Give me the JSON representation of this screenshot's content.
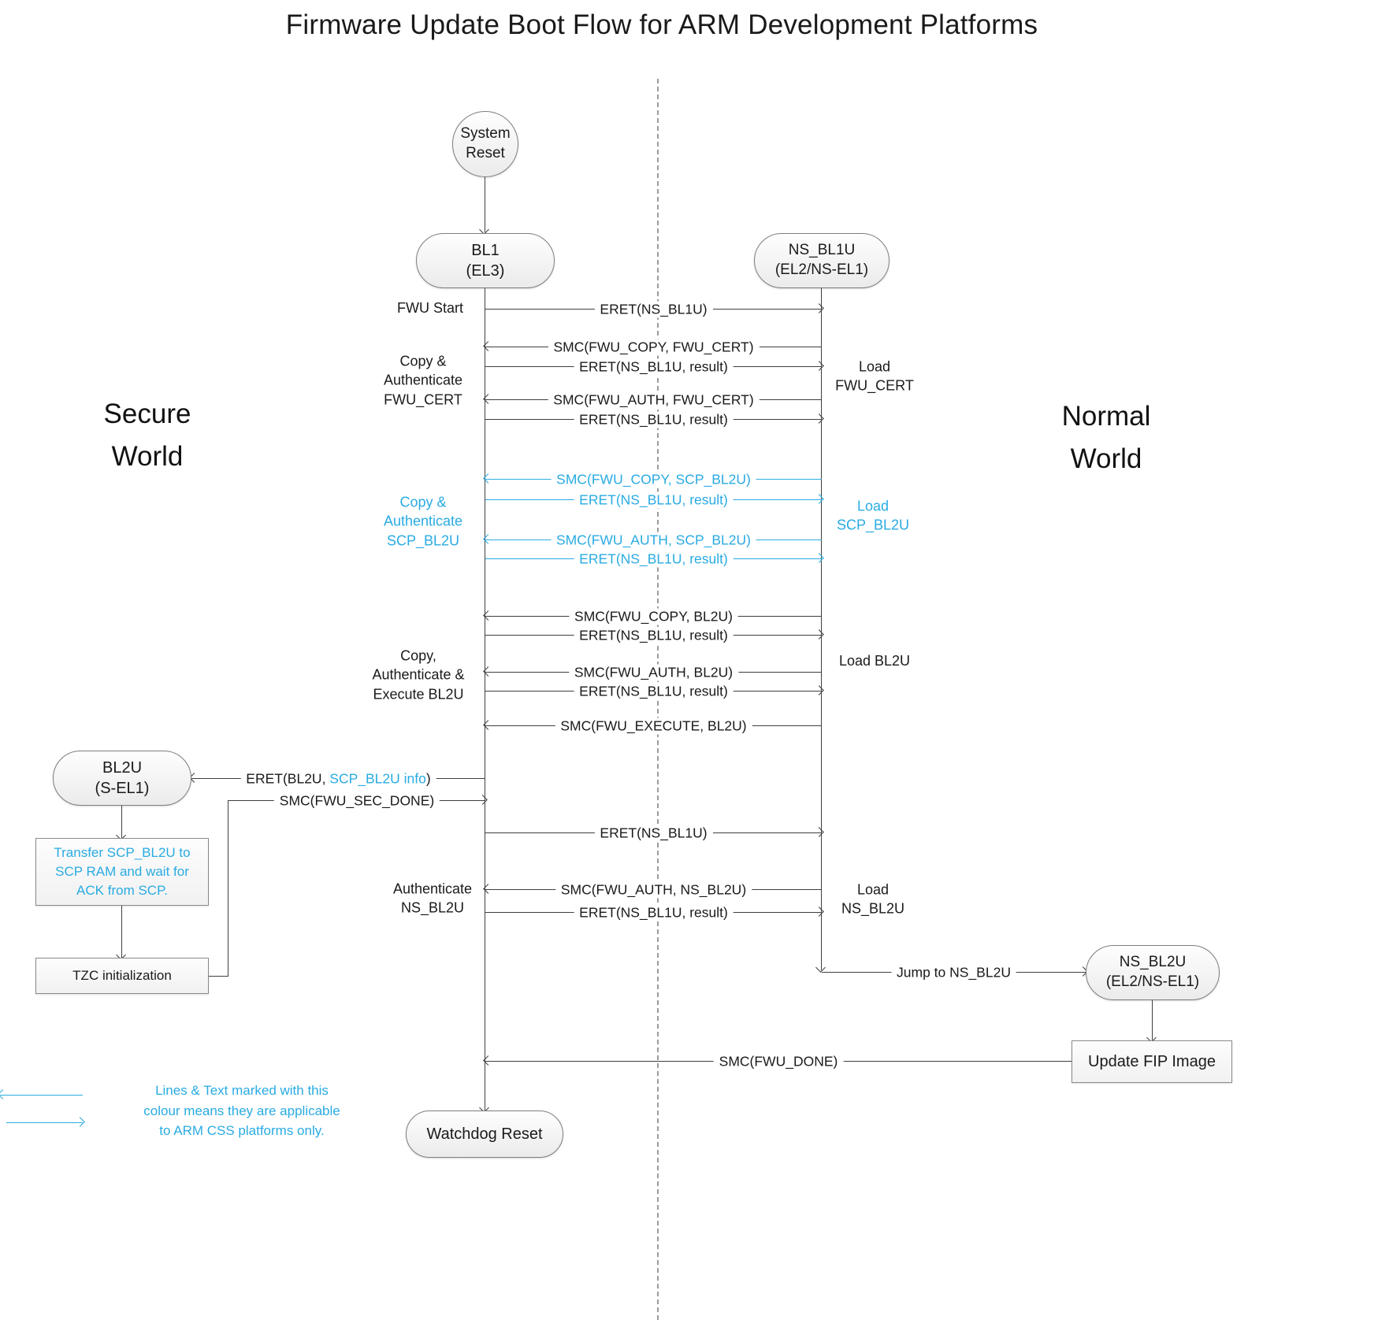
{
  "title": "Firmware Update Boot Flow for ARM Development Platforms",
  "worlds": {
    "secure": "Secure\nWorld",
    "normal": "Normal\nWorld"
  },
  "nodes": {
    "system_reset": "System\nReset",
    "bl1": "BL1\n(EL3)",
    "ns_bl1u": "NS_BL1U\n(EL2/NS-EL1)",
    "bl2u": "BL2U\n(S-EL1)",
    "transfer_scp": "Transfer SCP_BL2U to\nSCP RAM and wait for\nACK from SCP.",
    "tzc": "TZC initialization",
    "ns_bl2u": "NS_BL2U\n(EL2/NS-EL1)",
    "update_fip": "Update FIP Image",
    "watchdog": "Watchdog Reset"
  },
  "messages": [
    {
      "label": "ERET(NS_BL1U)"
    },
    {
      "label": "SMC(FWU_COPY, FWU_CERT)"
    },
    {
      "label": "ERET(NS_BL1U, result)"
    },
    {
      "label": "SMC(FWU_AUTH, FWU_CERT)"
    },
    {
      "label": "ERET(NS_BL1U, result)"
    },
    {
      "label": "SMC(FWU_COPY, SCP_BL2U)"
    },
    {
      "label": "ERET(NS_BL1U, result)"
    },
    {
      "label": "SMC(FWU_AUTH, SCP_BL2U)"
    },
    {
      "label": "ERET(NS_BL1U, result)"
    },
    {
      "label": "SMC(FWU_COPY, BL2U)"
    },
    {
      "label": "ERET(NS_BL1U, result)"
    },
    {
      "label": "SMC(FWU_AUTH, BL2U)"
    },
    {
      "label": "ERET(NS_BL1U, result)"
    },
    {
      "label": "SMC(FWU_EXECUTE, BL2U)"
    },
    {
      "label": "SMC(FWU_SEC_DONE)"
    },
    {
      "label": "ERET(NS_BL1U)"
    },
    {
      "label": "SMC(FWU_AUTH, NS_BL2U)"
    },
    {
      "label": "ERET(NS_BL1U, result)"
    },
    {
      "label": "SMC(FWU_DONE)"
    }
  ],
  "eret_bl2u": {
    "prefix": "ERET(BL2U, ",
    "accent": "SCP_BL2U info",
    "suffix": ")"
  },
  "labels": {
    "fwu_start": "FWU Start",
    "copy_auth_fwu_cert": "Copy &\nAuthenticate\nFWU_CERT",
    "copy_auth_scp_bl2u": "Copy &\nAuthenticate\nSCP_BL2U",
    "copy_auth_exec_bl2u": "Copy,\nAuthenticate &\nExecute BL2U",
    "auth_ns_bl2u": "Authenticate\nNS_BL2U",
    "load_fwu_cert": "Load\nFWU_CERT",
    "load_scp_bl2u": "Load\nSCP_BL2U",
    "load_bl2u": "Load BL2U",
    "load_ns_bl2u": "Load\nNS_BL2U",
    "jump_ns_bl2u": "Jump to NS_BL2U"
  },
  "legend": {
    "text": "Lines & Text marked with this\ncolour means they are applicable\nto ARM CSS platforms only."
  },
  "colors": {
    "accent": "#29ABE2",
    "line": "#3F3F3F"
  }
}
